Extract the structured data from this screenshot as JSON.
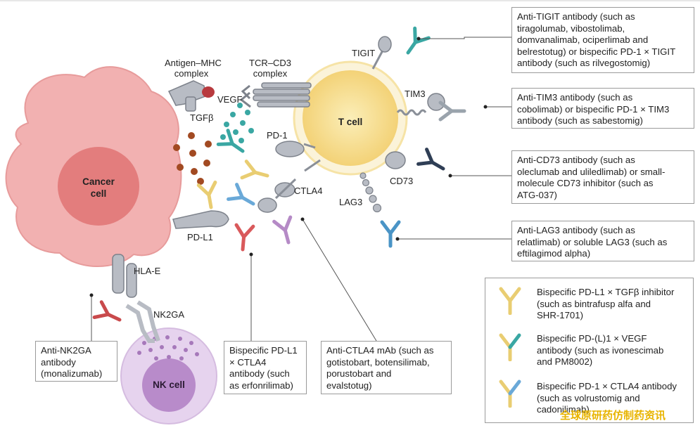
{
  "cells": {
    "cancer": [
      "Cancer",
      "cell"
    ],
    "tcell": "T cell",
    "nkcell": "NK cell"
  },
  "labels": {
    "antigen_mhc": [
      "Antigen–MHC",
      "complex"
    ],
    "tcr_cd3": [
      "TCR–CD3",
      "complex"
    ],
    "vegf": "VEGF",
    "tgfb": "TGFβ",
    "pd1": "PD-1",
    "ctla4": "CTLA4",
    "pdl1": "PD-L1",
    "tigit": "TIGIT",
    "tim3": "TIM3",
    "cd73": "CD73",
    "lag3": "LAG3",
    "hlae": "HLA-E",
    "nk2ga": "NK2GA"
  },
  "boxes": {
    "tigit": [
      "Anti-TIGIT antibody (such as",
      "tiragolumab, vibostolimab,",
      "domvanalimab, ociperlimab and",
      "belrestotug) or bispecific PD-1 × TIGIT",
      "antibody (such as rilvegostomig)"
    ],
    "tim3": [
      "Anti-TIM3 antibody (such as",
      "cobolimab) or bispecific PD-1 × TIM3",
      "antibody (such as sabestomig)"
    ],
    "cd73": [
      "Anti-CD73 antibody (such as",
      "oleclumab and uliledlimab) or small-",
      "molecule CD73 inhibitor (such as",
      "ATG-037)"
    ],
    "lag3": [
      "Anti-LAG3 antibody (such as",
      "relatlimab) or soluble LAG3 (such as",
      "eftilagimod alpha)"
    ],
    "nk2ga": [
      "Anti-NK2GA",
      "antibody",
      "(monalizumab)"
    ],
    "pdl1_ctla4": [
      "Bispecific PD-L1",
      "× CTLA4",
      "antibody (such",
      "as erfonrilimab)"
    ],
    "ctla4": [
      "Anti-CTLA4 mAb (such as",
      "gotistobart, botensilimab,",
      "porustobart and",
      "evalstotug)"
    ]
  },
  "legend": [
    [
      "Bispecific PD-L1 × TGFβ inhibitor",
      "(such as bintrafusp alfa and",
      "SHR-1701)"
    ],
    [
      "Bispecific PD-(L)1 × VEGF",
      "antibody (such as ivonescimab",
      "and PM8002)"
    ],
    [
      "Bispecific PD-1 × CTLA4 antibody",
      "(such as volrustomig and",
      "cadonilimab)"
    ]
  ],
  "watermark": "全球原研药仿制药资讯",
  "colors": {
    "cancer_outer": "#f0aeae",
    "cancer_nucleus": "#e47c7c",
    "tcell": "#f7de8f",
    "nkcell": "#dcbde6",
    "antibody_yellow": "#e9cd72",
    "antibody_teal": "#3aa7a3",
    "antibody_blue": "#6aa9d8",
    "antibody_red": "#d9595b",
    "antibody_purple": "#b58ac6",
    "antibody_navy": "#2f3e55",
    "receptor_grey": "#b8bcc4"
  }
}
